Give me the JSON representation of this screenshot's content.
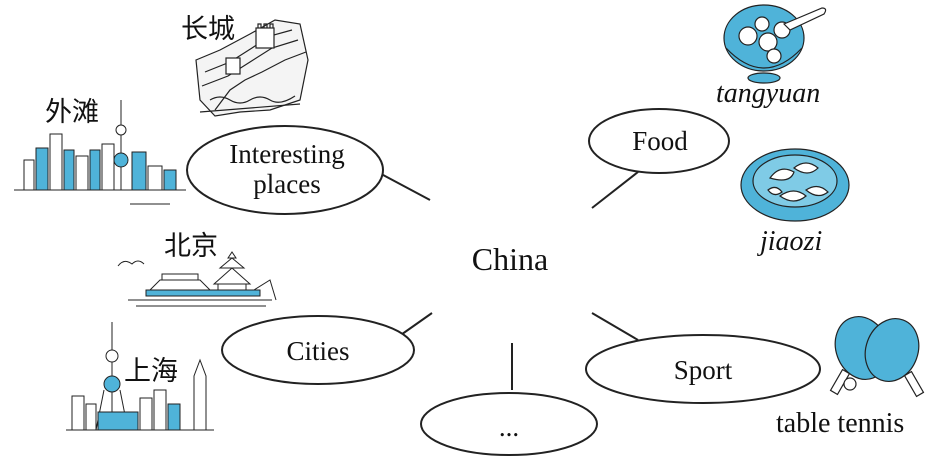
{
  "center": {
    "label": "China"
  },
  "nodes": {
    "interesting_places": {
      "line1": "Interesting",
      "line2": "places"
    },
    "cities": {
      "label": "Cities"
    },
    "food": {
      "label": "Food"
    },
    "sport": {
      "label": "Sport"
    },
    "more": {
      "label": "..."
    }
  },
  "pictures": {
    "great_wall": {
      "caption": "长城",
      "icon": "great-wall-illustration"
    },
    "the_bund": {
      "caption": "外滩",
      "icon": "shanghai-bund-skyline"
    },
    "beijing": {
      "caption": "北京",
      "icon": "beijing-temple-of-heaven"
    },
    "shanghai": {
      "caption": "上海",
      "icon": "shanghai-pearl-tower-skyline"
    },
    "tangyuan": {
      "caption": "tangyuan",
      "icon": "tangyuan-bowl"
    },
    "jiaozi": {
      "caption": "jiaozi",
      "icon": "jiaozi-plate"
    },
    "table_tennis": {
      "caption": "table tennis",
      "icon": "ping-pong-paddles"
    }
  },
  "colors": {
    "accent": "#4fb3d9",
    "ink": "#111111"
  }
}
